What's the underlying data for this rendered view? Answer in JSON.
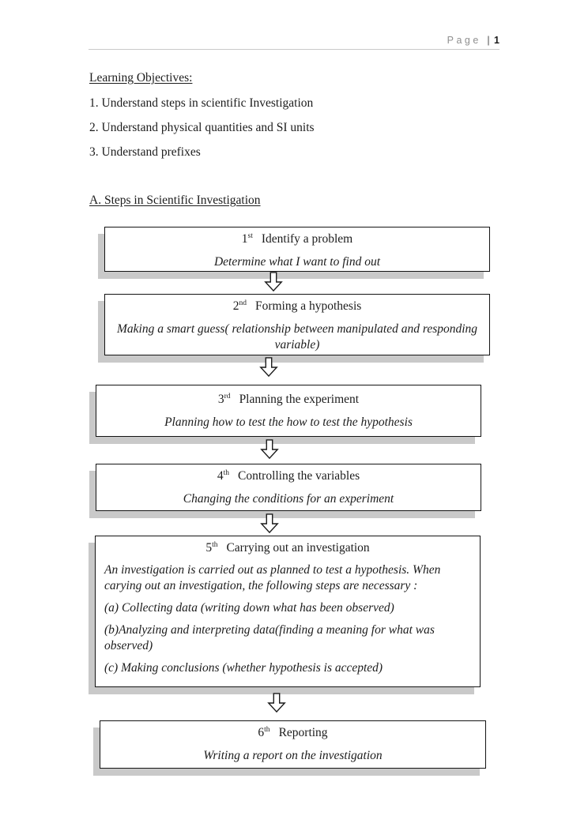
{
  "header": {
    "page_word": "Page",
    "divider": "|",
    "page_number": "1"
  },
  "learning_objectives": {
    "title": "Learning Objectives:",
    "items": [
      "1. Understand steps in scientific Investigation",
      "2. Understand physical quantities and SI units",
      "3. Understand prefixes"
    ]
  },
  "section_title": "A. Steps in Scientific Investigation",
  "flowchart": {
    "steps": [
      {
        "ordinal": "1",
        "suffix": "st",
        "title": "Identify a problem",
        "description": "Determine what I want to find out"
      },
      {
        "ordinal": "2",
        "suffix": "nd",
        "title": "Forming a hypothesis",
        "description": "Making a smart guess( relationship between manipulated and responding variable)"
      },
      {
        "ordinal": "3",
        "suffix": "rd",
        "title": "Planning the experiment",
        "description": "Planning how to test the how to test the hypothesis"
      },
      {
        "ordinal": "4",
        "suffix": "th",
        "title": "Controlling the variables",
        "description": "Changing the conditions for an experiment"
      },
      {
        "ordinal": "5",
        "suffix": "th",
        "title": "Carrying out an investigation",
        "paragraphs": [
          "An investigation is carried out as planned to test a hypothesis. When carying out an investigation, the following steps are necessary :",
          "(a) Collecting data (writing down what has been observed)",
          "(b)Analyzing and interpreting data(finding a meaning for what was observed)",
          "(c) Making conclusions (whether hypothesis is accepted)"
        ]
      },
      {
        "ordinal": "6",
        "suffix": "th",
        "title": "Reporting",
        "description": "Writing a report on the investigation"
      }
    ]
  },
  "colors": {
    "page_bg": "#ffffff",
    "text": "#1c1c1c",
    "header_muted": "#8f8f8f",
    "header_rule": "#c9c9c9",
    "box_border": "#141414",
    "box_shadow": "#c9c9c9"
  }
}
